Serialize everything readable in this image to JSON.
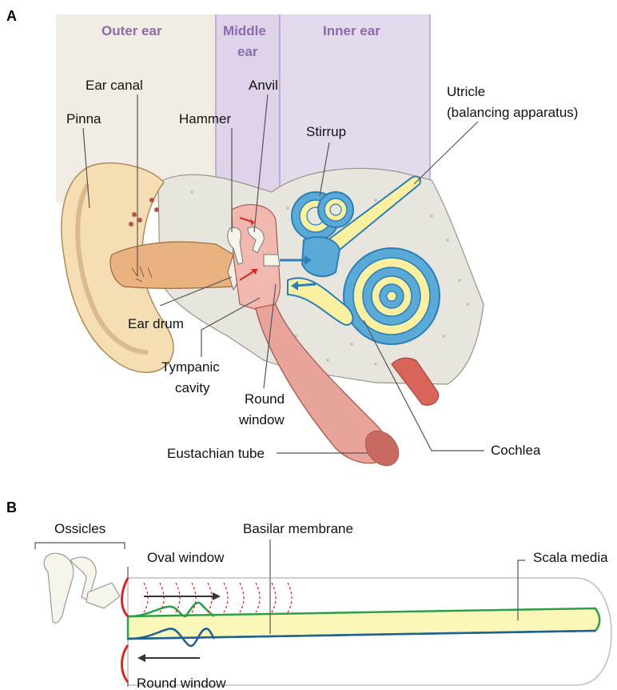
{
  "panels": {
    "a": "A",
    "b": "B"
  },
  "regions": {
    "outer": "Outer ear",
    "middle_1": "Middle",
    "middle_2": "ear",
    "inner": "Inner ear"
  },
  "labels_a": {
    "ear_canal": "Ear canal",
    "pinna": "Pinna",
    "anvil": "Anvil",
    "hammer": "Hammer",
    "stirrup": "Stirrup",
    "utricle_1": "Utricle",
    "utricle_2": "(balancing apparatus)",
    "ear_drum": "Ear drum",
    "tympanic_1": "Tympanic",
    "tympanic_2": "cavity",
    "round_window_1": "Round",
    "round_window_2": "window",
    "eustachian": "Eustachian tube",
    "cochlea": "Cochlea"
  },
  "labels_b": {
    "ossicles": "Ossicles",
    "basilar": "Basilar membrane",
    "oval_window": "Oval window",
    "scala_media": "Scala media",
    "round_window": "Round window"
  },
  "colors": {
    "region_band": "#d9cbe6",
    "region_text": "#8a6bab",
    "skin": "#f5deb3",
    "bone": "#e8e5df",
    "tube_pink": "#e8a39a",
    "fluid_yellow": "#fbf0a0",
    "membrane_blue": "#2a7fb8",
    "membrane_green": "#2e9e4a",
    "arrow_red": "#d62828"
  }
}
